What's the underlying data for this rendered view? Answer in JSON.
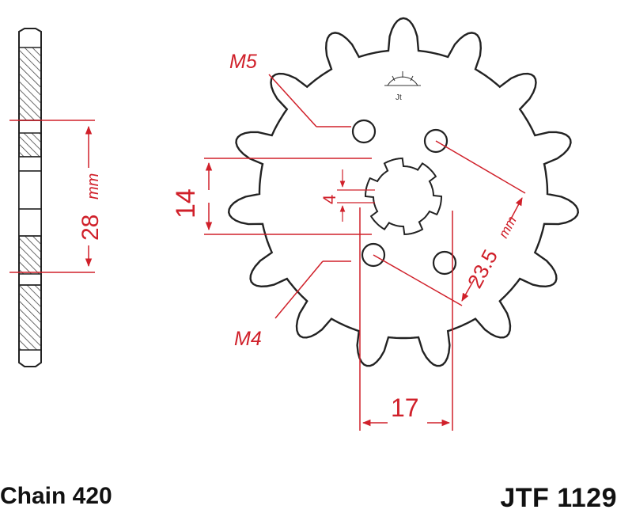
{
  "drawing": {
    "hole_m5_label": "M5",
    "hole_m4_label": "M4",
    "dim_spline_height": "14",
    "dim_key_width": "4",
    "dim_offset": "17",
    "dim_bolt_spacing": "23.5",
    "dim_bolt_spacing_unit": "mm",
    "dim_side_width": "28",
    "dim_side_width_unit": "mm",
    "teeth_count": 15,
    "colors": {
      "outline": "#222222",
      "dimension": "#d0202a",
      "hatch": "#444444"
    }
  },
  "footer": {
    "chain": "Chain 420",
    "part_number": "JTF 1129"
  }
}
